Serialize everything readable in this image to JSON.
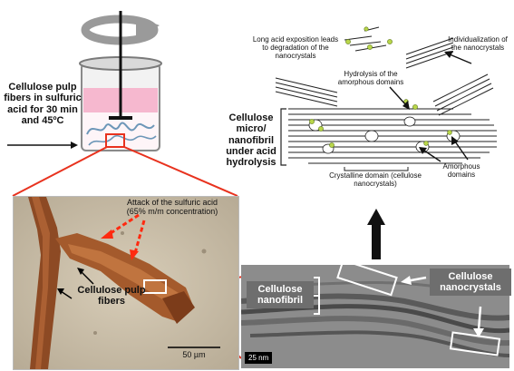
{
  "process_label": "Cellulose pulp fibers in sulfuric acid for 30 min and 45ºC",
  "micro_panel": {
    "attack_label": "Attack of the sulfuric acid  (65% m/m concentration)",
    "fibers_label": "Cellulose pulp fibers",
    "scale_label": "50 µm"
  },
  "tem_panel": {
    "nanofibril_label": "Cellulose nanofibril",
    "nanocrystals_label": "Cellulose nanocrystals",
    "scale_label": "25 nm"
  },
  "diagram": {
    "main_label": "Cellulose micro/ nanofibril under acid hydrolysis",
    "degradation_label": "Long acid exposition leads to degradation of the nanocrystals",
    "individualization_label": "Individualization of the nanocrystals",
    "hydrolysis_label": "Hydrolysis of the amorphous domains",
    "crystalline_label": "Crystalline domain (cellulose nanocrystals)",
    "amorphous_label": "Amorphous domains"
  },
  "colors": {
    "arrow_red": "#e8321e",
    "dashed_red": "#ff2a10",
    "liquid_pink": "#f4a9c4",
    "fiber_blue": "#6d97b8",
    "particle_green": "#b9d64a",
    "fiber_brown": "#a0522d",
    "tem_bg": "#8f8f8f",
    "micro_bg": "#c9bea9"
  },
  "icons": [
    "rotation-arrow-icon",
    "stirrer-icon",
    "beaker-icon"
  ]
}
